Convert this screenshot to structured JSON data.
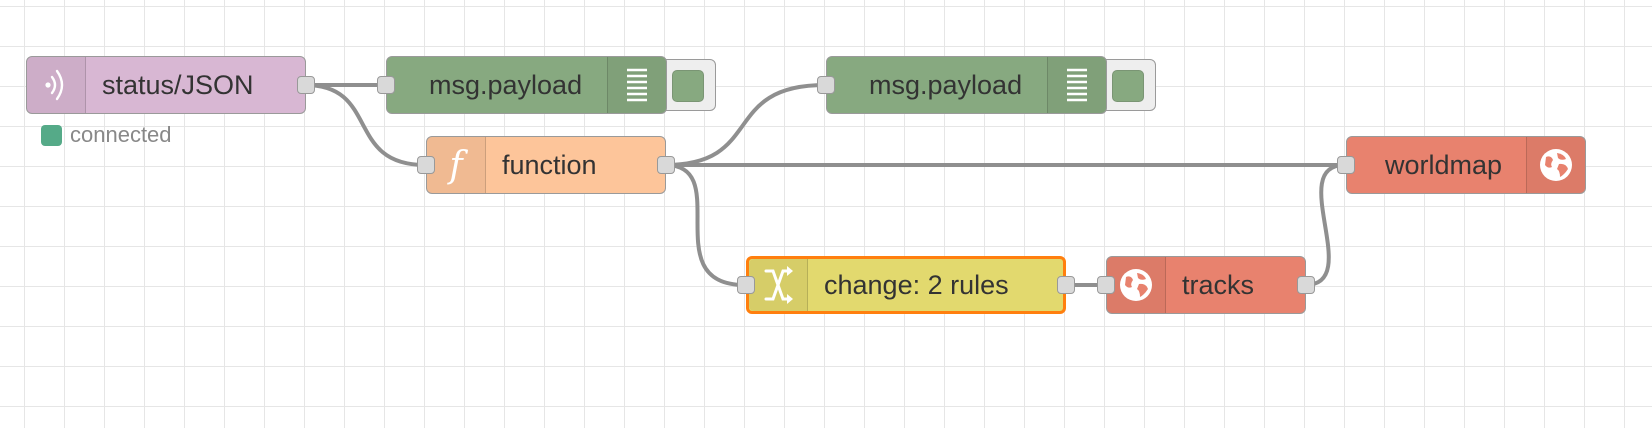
{
  "canvas": {
    "background": "#ffffff",
    "grid_color": "#e6e6e6",
    "wire_color": "#8f8f8f"
  },
  "nodes": {
    "mqtt_in": {
      "label": "status/JSON",
      "color": "#d8b7d3",
      "icon": "mqtt-icon",
      "status": {
        "text": "connected",
        "color": "#55aa88"
      }
    },
    "debug1": {
      "label": "msg.payload",
      "color": "#87a980",
      "icon": "debug-list-icon"
    },
    "debug2": {
      "label": "msg.payload",
      "color": "#87a980",
      "icon": "debug-list-icon"
    },
    "function": {
      "label": "function",
      "color": "#fdc59a",
      "icon": "function-icon"
    },
    "worldmap": {
      "label": "worldmap",
      "color": "#e8826e",
      "icon": "globe-icon"
    },
    "change": {
      "label": "change: 2 rules",
      "color": "#e2d96e",
      "icon": "shuffle-icon",
      "selected": true,
      "selected_color": "#ff7f0e"
    },
    "tracks": {
      "label": "tracks",
      "color": "#e8826e",
      "icon": "globe-icon"
    }
  }
}
